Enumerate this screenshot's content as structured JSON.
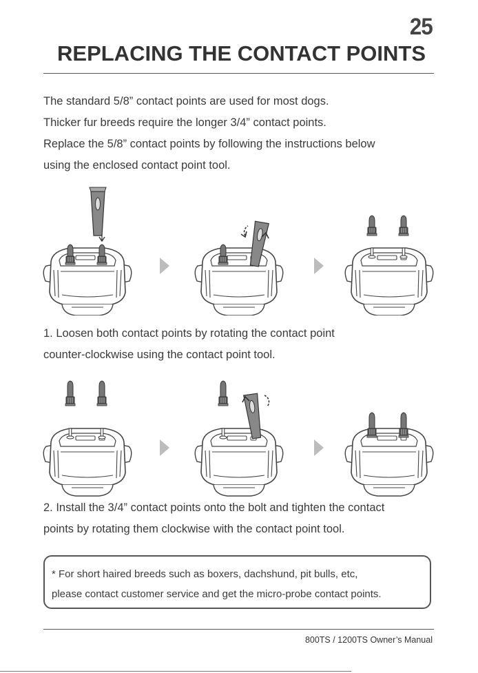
{
  "page": {
    "number": "25",
    "title": "REPLACING THE CONTACT POINTS"
  },
  "intro": {
    "lines": [
      "The standard 5/8” contact points are used for most dogs.",
      "Thicker fur breeds require the longer 3/4” contact points.",
      "Replace the 5/8” contact points by following the instructions below",
      "using the enclosed contact point tool."
    ]
  },
  "step1": {
    "lines": [
      "1. Loosen both contact points by rotating the contact point",
      "counter-clockwise using the contact point tool."
    ]
  },
  "step2": {
    "lines": [
      "2. Install the 3/4” contact points onto the bolt and tighten the contact",
      "points by rotating them clockwise with the contact point tool."
    ]
  },
  "note": {
    "lines": [
      "* For short haired breeds such as boxers, dachshund, pit bulls, etc,",
      "please contact customer service and get the micro-probe contact points."
    ]
  },
  "footer": {
    "manual": "800TS / 1200TS Owner’s Manual"
  }
}
